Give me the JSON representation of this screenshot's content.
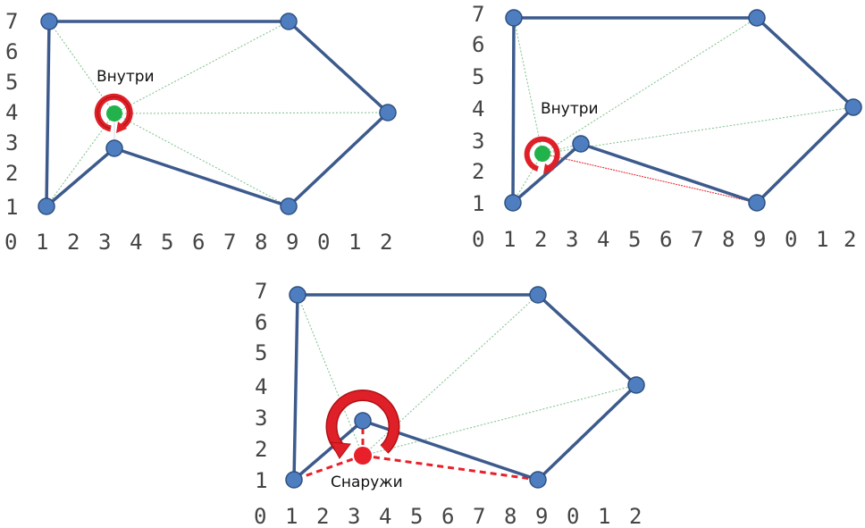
{
  "panels": [
    {
      "id": "panel-1",
      "y_ticks": [
        "7",
        "6",
        "5",
        "4",
        "3",
        "2",
        "1"
      ],
      "x_ticks": [
        "0",
        "1",
        "2",
        "3",
        "4",
        "5",
        "6",
        "7",
        "8",
        "9",
        "0",
        "1",
        "2"
      ],
      "label": "Внутри",
      "result": "inside"
    },
    {
      "id": "panel-2",
      "y_ticks": [
        "7",
        "6",
        "5",
        "4",
        "3",
        "2",
        "1"
      ],
      "x_ticks": [
        "0",
        "1",
        "2",
        "3",
        "4",
        "5",
        "6",
        "7",
        "8",
        "9",
        "0",
        "1",
        "2"
      ],
      "label": "Внутри",
      "result": "inside"
    },
    {
      "id": "panel-3",
      "y_ticks": [
        "7",
        "6",
        "5",
        "4",
        "3",
        "2",
        "1"
      ],
      "x_ticks": [
        "0",
        "1",
        "2",
        "3",
        "4",
        "5",
        "6",
        "7",
        "8",
        "9",
        "0",
        "1",
        "2"
      ],
      "label": "Снаружи",
      "result": "outside"
    }
  ],
  "colors": {
    "edge": "#3c5a8c",
    "vertex_fill": "#4f7ec0",
    "vertex_stroke": "#2e5080",
    "ray": "#7cc08a",
    "inside_point": "#22b24c",
    "outside_point": "#e8202a",
    "winding_arrow": "#e02028",
    "tick_text": "#444444"
  }
}
